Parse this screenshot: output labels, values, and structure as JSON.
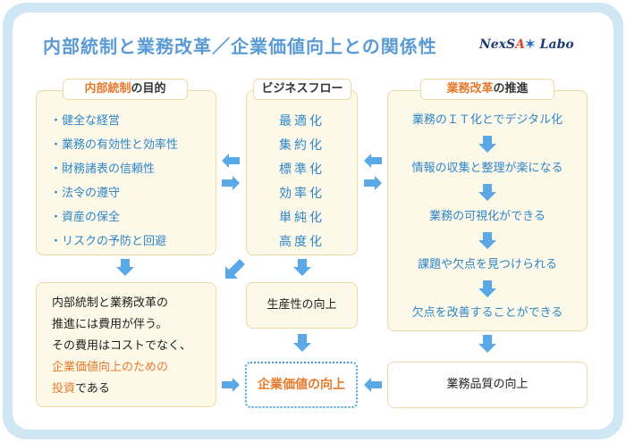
{
  "title": "内部統制と業務改革／企業価値向上との関係性",
  "logo": {
    "part1": "NexS",
    "part2": "A",
    "star": "✶",
    "part3": " Labo"
  },
  "left_panel": {
    "label_highlight": "内部統制",
    "label_rest": "の目的",
    "items": [
      "・健全な経営",
      "・業務の有効性と効率性",
      "・財務諸表の信頼性",
      "・法令の遵守",
      "・資産の保全",
      "・リスクの予防と回避"
    ]
  },
  "center_panel": {
    "label": "ビジネスフロー",
    "items": [
      "最適化",
      "集約化",
      "標準化",
      "効率化",
      "単純化",
      "高度化"
    ]
  },
  "right_panel": {
    "label_highlight": "業務改革",
    "label_rest": "の推進",
    "steps": [
      "業務のＩＴ化とでデジタル化",
      "情報の収集と整理が楽になる",
      "業務の可視化ができる",
      "課題や欠点を見つけられる",
      "欠点を改善することができる"
    ]
  },
  "note_box": {
    "line1": "内部統制と業務改革の",
    "line2": "推進には費用が伴う。",
    "line3": "その費用はコストでなく、",
    "line4": "企業価値向上のための",
    "line5_highlight": "投資",
    "line5_rest": "である"
  },
  "productivity_box": {
    "label": "生産性の向上"
  },
  "goal_box": {
    "label": "企業価値の向上"
  },
  "quality_box": {
    "label": "業務品質の向上"
  },
  "colors": {
    "accent_blue": "#2e86c9",
    "title_blue": "#5b9bd5",
    "highlight_orange": "#e8792b",
    "arrow_blue": "#5aa9e6",
    "panel_fill": "#fdf9e9"
  }
}
